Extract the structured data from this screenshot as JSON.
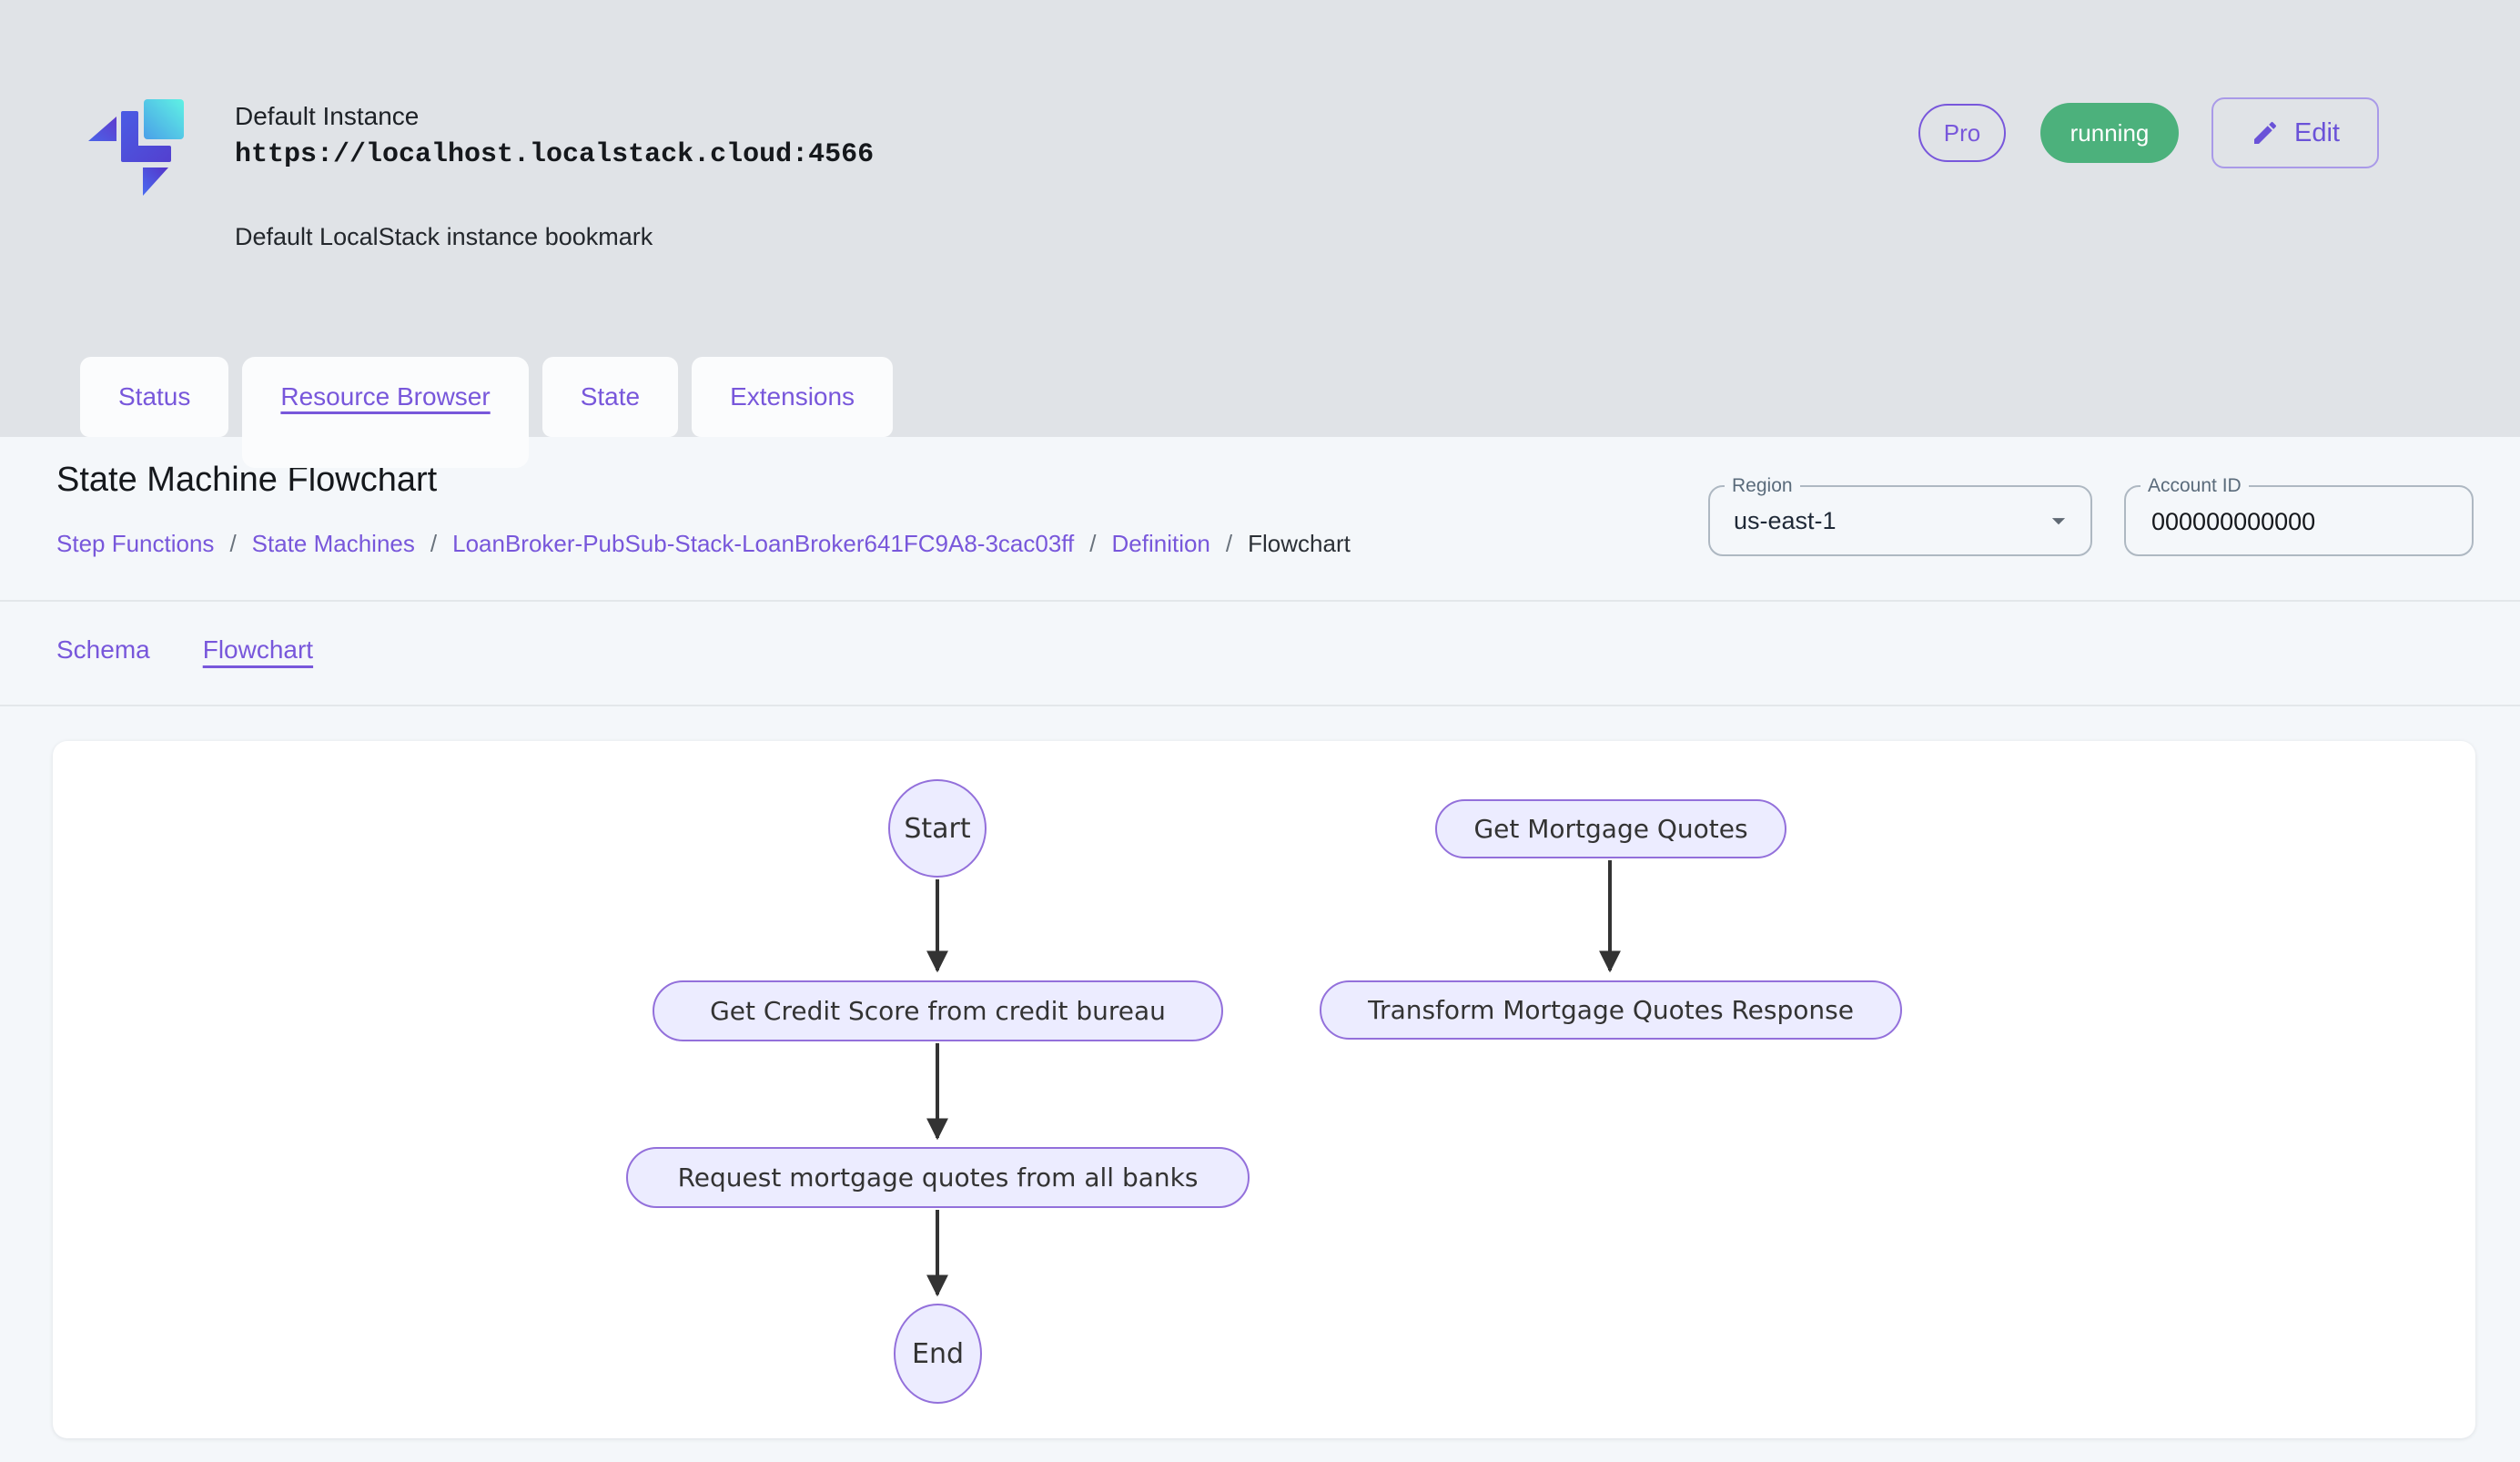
{
  "header": {
    "instance_name": "Default Instance",
    "instance_url": "https://localhost.localstack.cloud:4566",
    "instance_description": "Default LocalStack instance bookmark",
    "pro_chip": "Pro",
    "status_chip": "running",
    "edit_button": "Edit"
  },
  "tabs": [
    {
      "label": "Status",
      "active": false
    },
    {
      "label": "Resource Browser",
      "active": true
    },
    {
      "label": "State",
      "active": false
    },
    {
      "label": "Extensions",
      "active": false
    }
  ],
  "page": {
    "title": "State Machine Flowchart",
    "breadcrumb": {
      "separator": "/",
      "items": [
        {
          "label": "Step Functions"
        },
        {
          "label": "State Machines"
        },
        {
          "label": "LoanBroker-PubSub-Stack-LoanBroker641FC9A8-3cac03ff"
        },
        {
          "label": "Definition"
        },
        {
          "label": "Flowchart"
        }
      ]
    }
  },
  "controls": {
    "region": {
      "label": "Region",
      "value": "us-east-1"
    },
    "account_id": {
      "label": "Account ID",
      "value": "000000000000"
    }
  },
  "subtabs": [
    {
      "label": "Schema",
      "active": false
    },
    {
      "label": "Flowchart",
      "active": true
    }
  ],
  "flowchart": {
    "nodes": {
      "start": {
        "label": "Start",
        "shape": "circle"
      },
      "get_credit_score": {
        "label": "Get Credit Score from credit bureau",
        "shape": "stadium"
      },
      "request_quotes": {
        "label": "Request mortgage quotes from all banks",
        "shape": "stadium"
      },
      "end": {
        "label": "End",
        "shape": "circle"
      },
      "get_mortgage_quotes": {
        "label": "Get Mortgage Quotes",
        "shape": "stadium"
      },
      "transform_response": {
        "label": "Transform Mortgage Quotes Response",
        "shape": "stadium"
      }
    },
    "edges": [
      {
        "from": "start",
        "to": "get_credit_score"
      },
      {
        "from": "get_credit_score",
        "to": "request_quotes"
      },
      {
        "from": "request_quotes",
        "to": "end"
      },
      {
        "from": "get_mortgage_quotes",
        "to": "transform_response"
      }
    ],
    "colors": {
      "node_fill": "#ECECFF",
      "node_border": "#9370DB",
      "arrow": "#333333"
    }
  },
  "colors": {
    "accent_purple": "#7857DB",
    "status_green": "#4CB17C",
    "header_bg": "#E0E3E7",
    "content_bg": "#F4F7FA"
  }
}
